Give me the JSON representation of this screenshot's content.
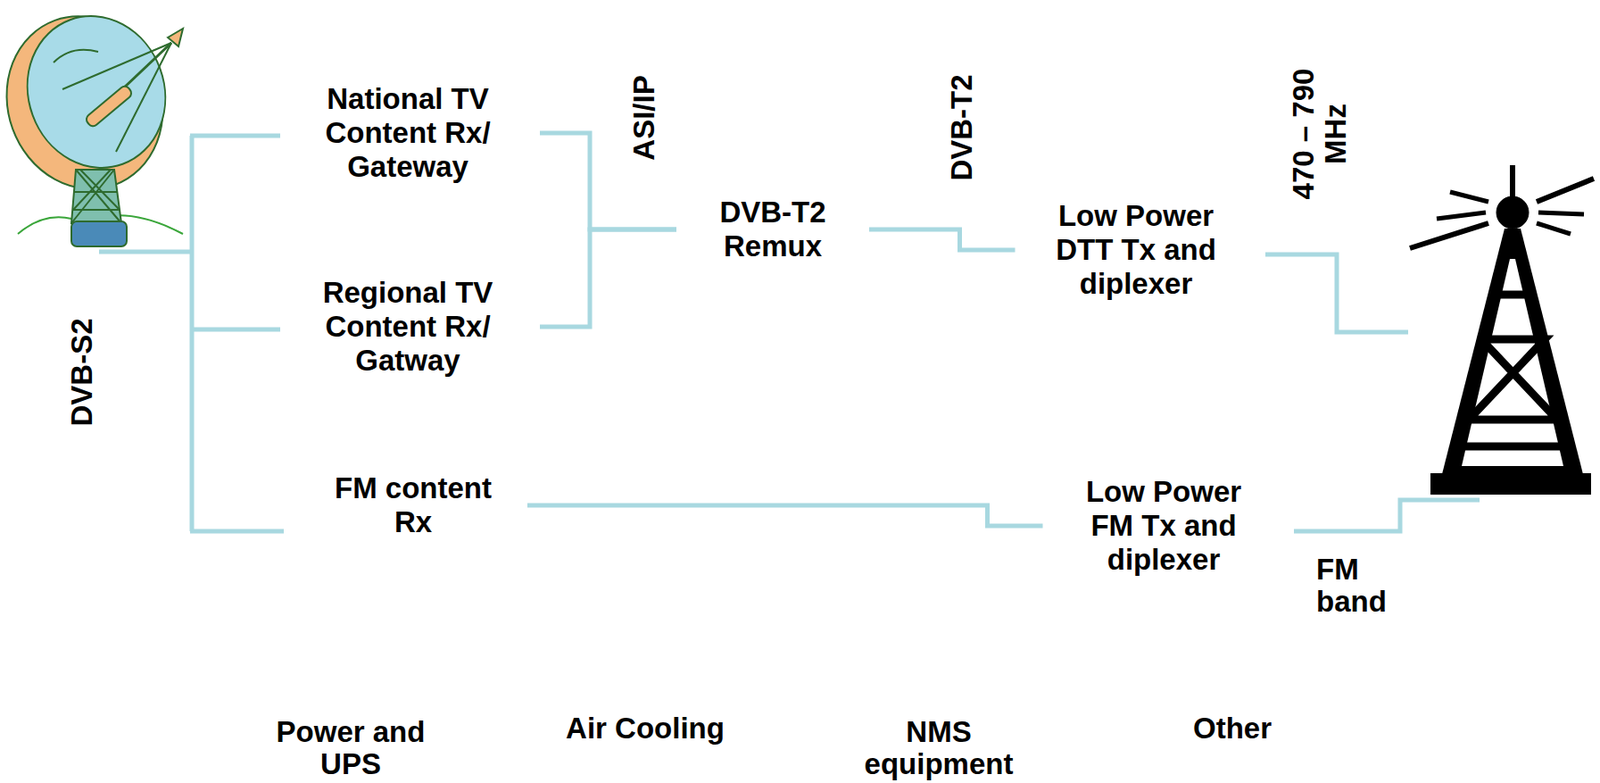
{
  "diagram": {
    "nodes": [
      {
        "text": [
          "National TV Content Rx/ Gateway"
        ]
      },
      {
        "text": [
          "Regional TV Content Rx/ Gatway"
        ]
      },
      {
        "text": [
          "FM content Rx"
        ]
      },
      {
        "text": [
          "DVB-T2 Remux"
        ]
      },
      {
        "text": [
          "Low Power DTT Tx and diplexer"
        ]
      },
      {
        "text": [
          "Low Power FM Tx and diplexer"
        ]
      }
    ],
    "edges": [
      {
        "from": 0,
        "to": 3,
        "arrow": "none"
      },
      {
        "from": 1,
        "to": 3,
        "arrow": "none"
      },
      {
        "from": 3,
        "to": 4,
        "arrow": "none"
      },
      {
        "from": 2,
        "to": 5,
        "arrow": "none"
      }
    ],
    "labels": [
      "DVB-S2",
      "ASI/IP",
      "DVB-T2",
      "470 – 790 MHz",
      "FM band",
      "Power and UPS",
      "Air Cooling",
      "NMS equipment",
      "Other"
    ]
  }
}
